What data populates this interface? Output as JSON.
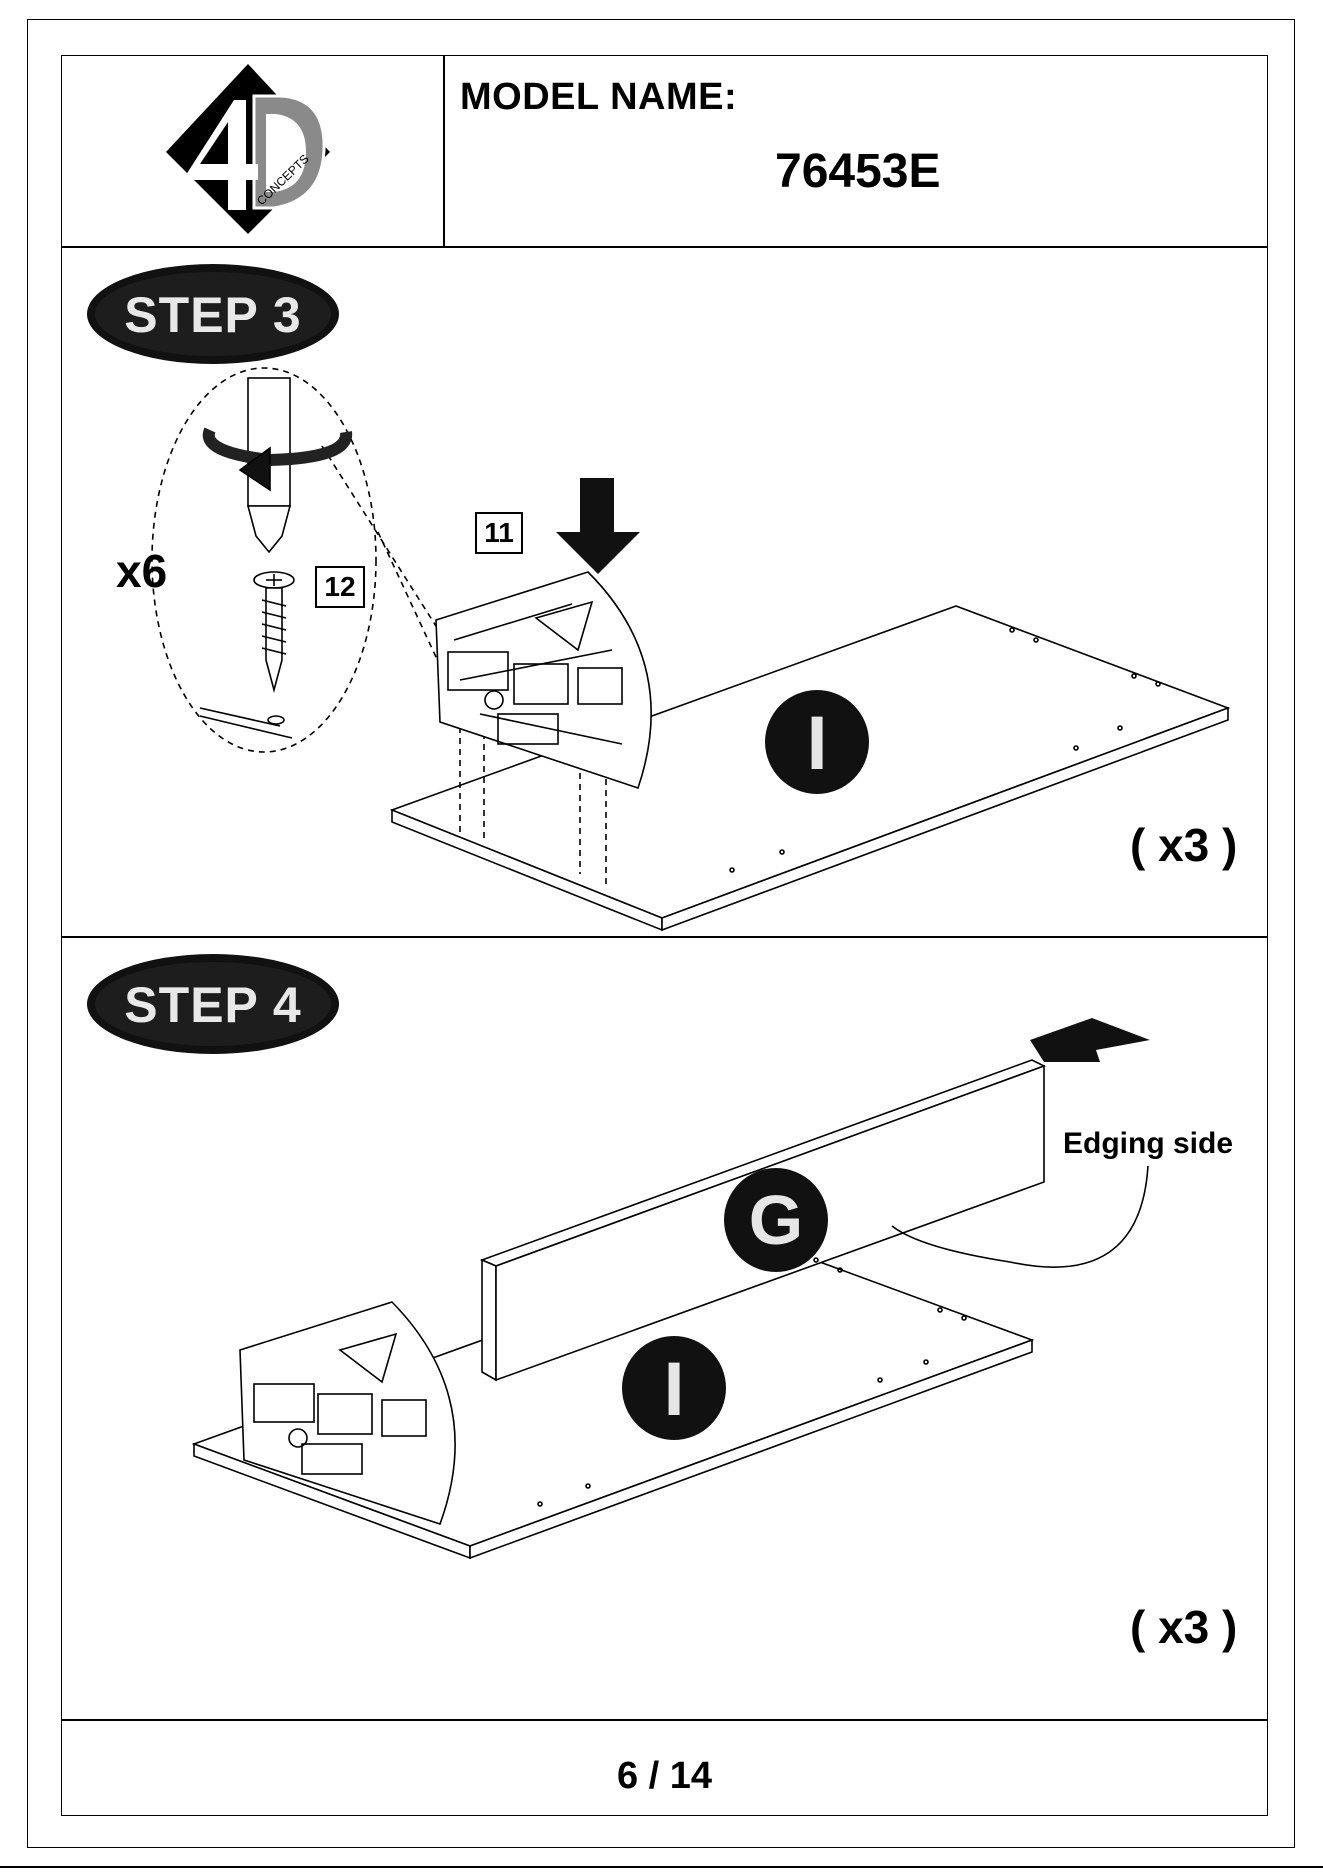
{
  "logo": {
    "text": "4D",
    "subtext": "CONCEPTS"
  },
  "header": {
    "model_label": "MODEL NAME:",
    "model_value": "76453E"
  },
  "steps": [
    {
      "label": "STEP 3",
      "multiplier": "x6",
      "quantity": "( x3 )",
      "parts": {
        "bracket": "11",
        "screw": "12",
        "panel": "I"
      }
    },
    {
      "label": "STEP 4",
      "quantity": "( x3 )",
      "parts": {
        "board": "G",
        "panel": "I"
      },
      "note": "Edging side"
    }
  ],
  "footer": {
    "page": "6 / 14"
  }
}
